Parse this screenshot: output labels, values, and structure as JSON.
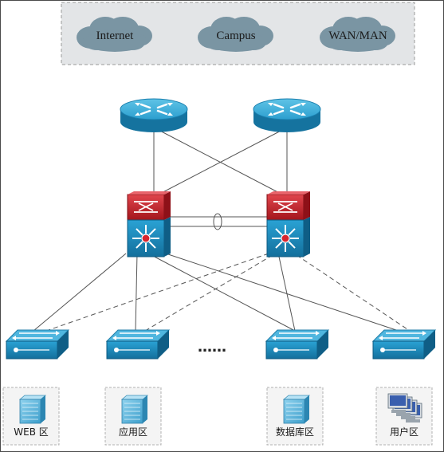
{
  "cloud_zone": {
    "clouds": [
      {
        "label": "Internet"
      },
      {
        "label": "Campus"
      },
      {
        "label": "WAN/MAN"
      }
    ]
  },
  "core_routers": [
    {
      "icon": "router-icon"
    },
    {
      "icon": "router-icon"
    }
  ],
  "core_switches": [
    {
      "icon": "layer3-switch-icon"
    },
    {
      "icon": "layer3-switch-icon"
    }
  ],
  "access_switches": [
    {
      "icon": "workgroup-switch-icon"
    },
    {
      "icon": "workgroup-switch-icon"
    },
    {
      "icon": "workgroup-switch-icon"
    },
    {
      "icon": "workgroup-switch-icon"
    }
  ],
  "ellipsis": "……",
  "zones": [
    {
      "label": "WEB 区",
      "icon": "server-icon"
    },
    {
      "label": "应用区",
      "icon": "server-icon"
    },
    {
      "label": "数据库区",
      "icon": "server-icon"
    },
    {
      "label": "用户区",
      "icon": "workstation-icon"
    }
  ],
  "colors": {
    "cloud_fill": "#7a95a3",
    "cloud_zone_bg": "#e3e5e7",
    "device_blue": "#1c8fbb",
    "device_red": "#c8202a",
    "link": "#555555"
  }
}
